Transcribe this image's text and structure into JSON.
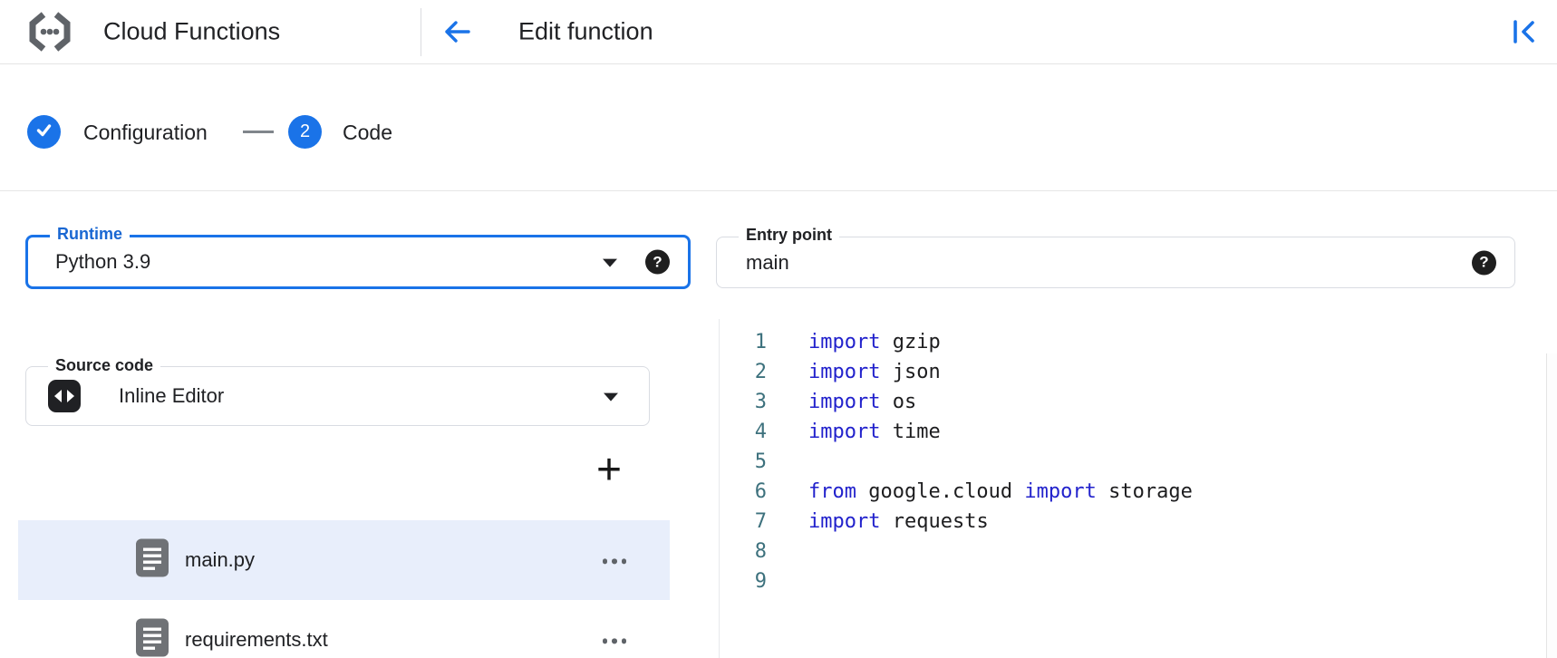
{
  "header": {
    "app_title": "Cloud Functions",
    "page_title": "Edit function"
  },
  "stepper": {
    "steps": [
      {
        "label": "Configuration",
        "indicator": "check",
        "state": "completed"
      },
      {
        "label": "Code",
        "indicator": "2",
        "state": "current"
      }
    ]
  },
  "form": {
    "runtime": {
      "label": "Runtime",
      "value": "Python 3.9",
      "focused": true
    },
    "entry_point": {
      "label": "Entry point",
      "value": "main"
    },
    "source_code": {
      "label": "Source code",
      "value": "Inline Editor"
    }
  },
  "file_explorer": {
    "add_button": "+",
    "files": [
      {
        "name": "main.py",
        "selected": true
      },
      {
        "name": "requirements.txt",
        "selected": false
      }
    ]
  },
  "editor": {
    "lines": [
      {
        "number": "1",
        "tokens": [
          {
            "type": "keyword",
            "text": "import"
          },
          {
            "type": "plain",
            "text": " gzip"
          }
        ]
      },
      {
        "number": "2",
        "tokens": [
          {
            "type": "keyword",
            "text": "import"
          },
          {
            "type": "plain",
            "text": " json"
          }
        ]
      },
      {
        "number": "3",
        "tokens": [
          {
            "type": "keyword",
            "text": "import"
          },
          {
            "type": "plain",
            "text": " os"
          }
        ]
      },
      {
        "number": "4",
        "tokens": [
          {
            "type": "keyword",
            "text": "import"
          },
          {
            "type": "plain",
            "text": " time"
          }
        ]
      },
      {
        "number": "5",
        "tokens": []
      },
      {
        "number": "6",
        "tokens": [
          {
            "type": "keyword",
            "text": "from"
          },
          {
            "type": "plain",
            "text": " google.cloud "
          },
          {
            "type": "keyword",
            "text": "import"
          },
          {
            "type": "plain",
            "text": " storage"
          }
        ]
      },
      {
        "number": "7",
        "tokens": [
          {
            "type": "keyword",
            "text": "import"
          },
          {
            "type": "plain",
            "text": " requests"
          }
        ]
      },
      {
        "number": "8",
        "tokens": []
      },
      {
        "number": "9",
        "tokens": []
      }
    ]
  },
  "icons": {
    "help_glyph": "?",
    "logo": "cloud-functions-logo",
    "back": "arrow-back-icon",
    "collapse": "collapse-panel-icon",
    "dropdown": "caret-down-icon",
    "inline_editor": "code-icon",
    "file": "document-icon",
    "add": "plus-icon",
    "menu": "more-options-icon"
  },
  "colors": {
    "accent_blue": "#1a73e8",
    "runtime_label_blue": "#1967d2",
    "selected_row_bg": "#e8eefb",
    "keyword_blue": "#2222cc",
    "line_number_teal": "#3d717d",
    "divider_gray": "#e4e4e4",
    "icon_gray": "#5f6368"
  }
}
